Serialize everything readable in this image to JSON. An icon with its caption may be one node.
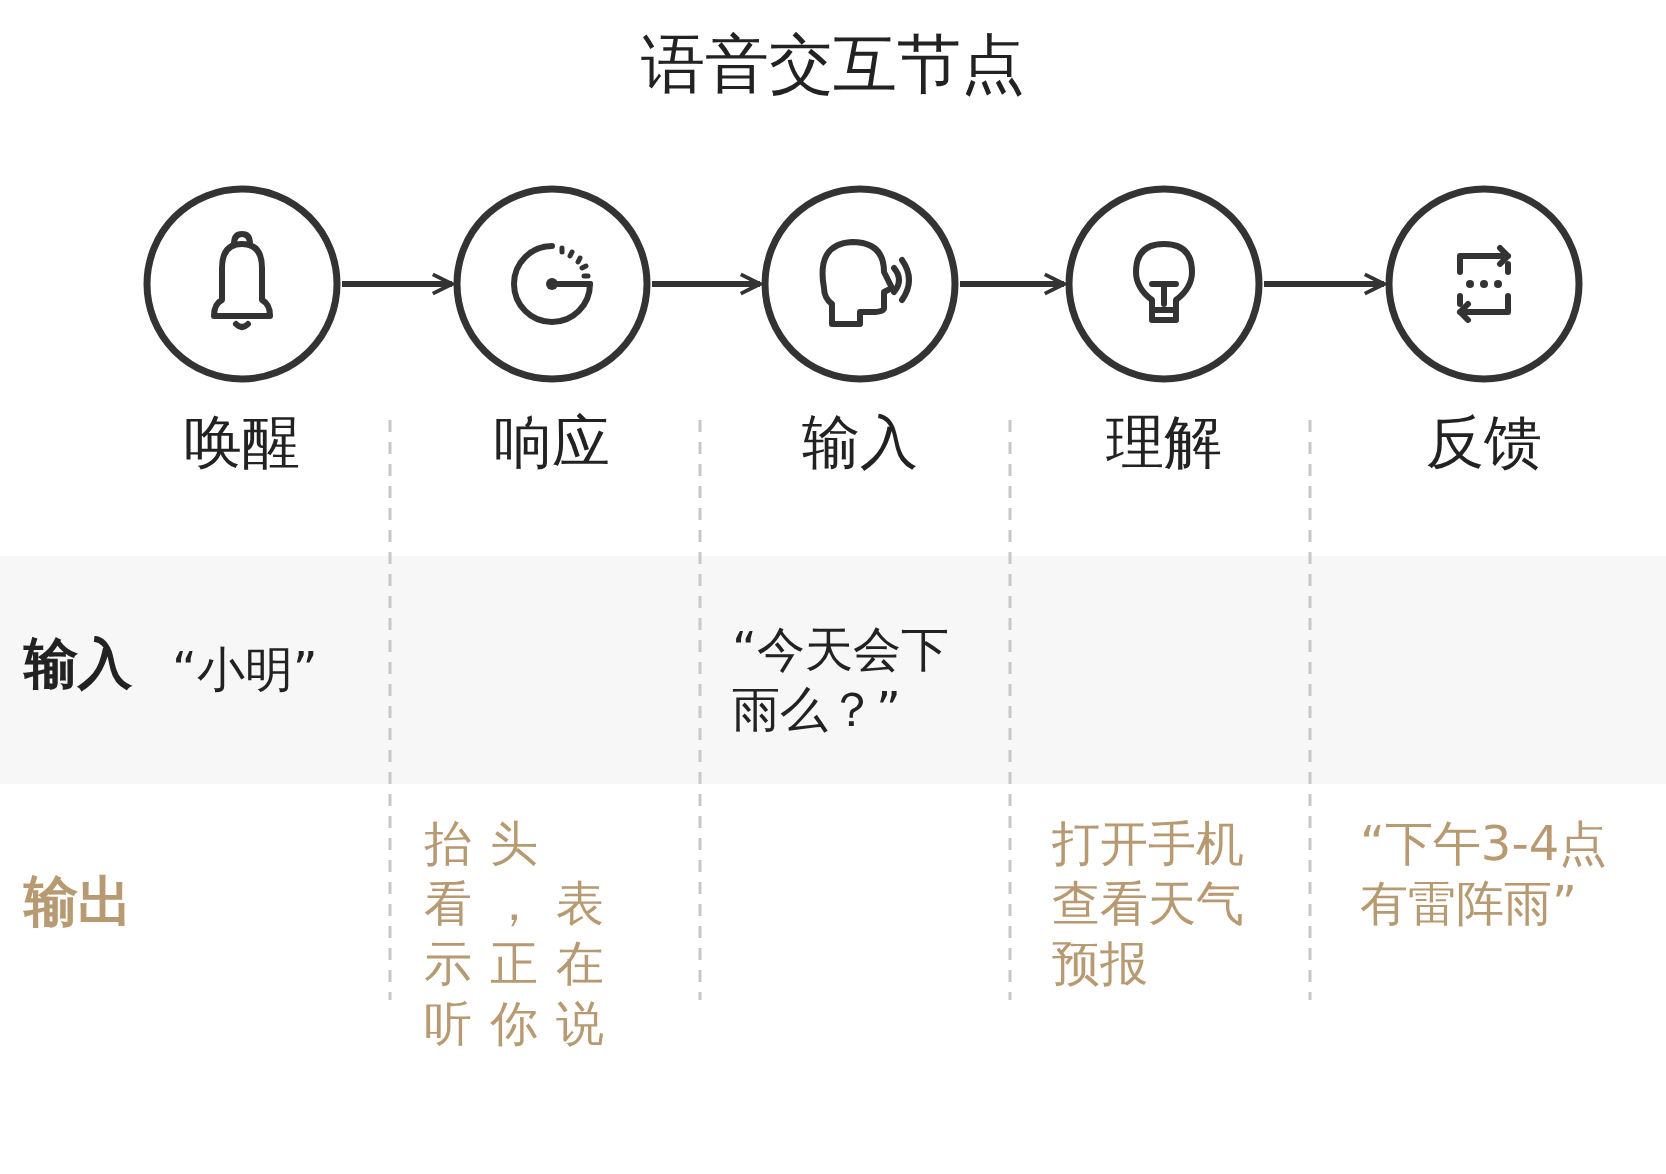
{
  "diagram": {
    "title": "语音交互节点",
    "nodes": [
      {
        "text": [
          "唤醒"
        ]
      },
      {
        "text": [
          "响应"
        ]
      },
      {
        "text": [
          "输入"
        ]
      },
      {
        "text": [
          "理解"
        ]
      },
      {
        "text": [
          "反馈"
        ]
      }
    ],
    "edges": [
      {
        "from": 0,
        "to": 1,
        "arrow": "to"
      },
      {
        "from": 1,
        "to": 2,
        "arrow": "to"
      },
      {
        "from": 2,
        "to": 3,
        "arrow": "to"
      },
      {
        "from": 3,
        "to": 4,
        "arrow": "to"
      }
    ],
    "labels": [
      "输入",
      "“小明”",
      "“今天会下雨么？”",
      "输出",
      "抬头看，表示正在听你说",
      "打开手机查看天气预报",
      "“下午3-4点有雷阵雨”"
    ]
  }
}
